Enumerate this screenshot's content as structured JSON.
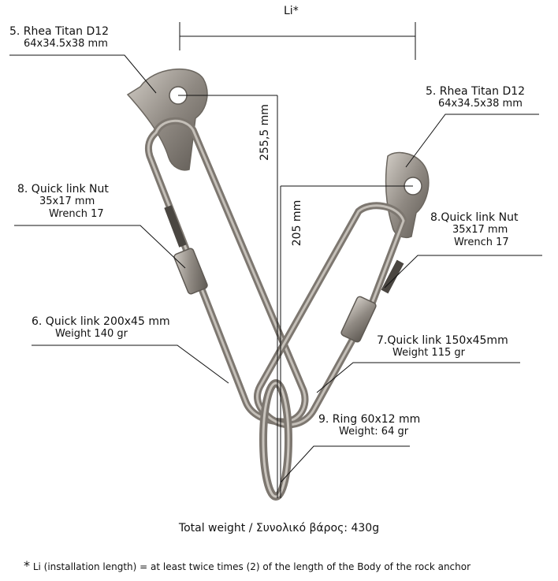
{
  "dimension": {
    "li_label": "Li*",
    "height_1": "255,5 mm",
    "height_2": "205 mm"
  },
  "labels": {
    "hanger_left": {
      "line1": "5. Rhea Titan D12",
      "line2": "64x34.5x38 mm"
    },
    "hanger_right": {
      "line1": "5. Rhea Titan D12",
      "line2": "64x34.5x38 mm"
    },
    "nut_left": {
      "line1": "8. Quick link Nut",
      "line2": "35x17 mm",
      "line3": "Wrench 17"
    },
    "nut_right": {
      "line1": "8.Quick link Nut",
      "line2": "35x17 mm",
      "line3": "Wrench 17"
    },
    "link_left": {
      "line1": "6. Quick link 200x45 mm",
      "line2": "Weight 140 gr"
    },
    "link_right": {
      "line1": "7.Quick link 150x45mm",
      "line2": "Weight 115 gr"
    },
    "ring": {
      "line1": "9. Ring 60x12 mm",
      "line2": "Weight: 64 gr"
    }
  },
  "total_weight": "Total weight / Συνολικό βάρος: 430g",
  "footnote": {
    "star": "*",
    "text": "Li (installation length) = at least twice times (2) of the length of the Body of the rock anchor"
  },
  "colors": {
    "metal": "#8c8680",
    "metal_dark": "#5e5953",
    "metal_light": "#c9c4bd",
    "line": "#111111"
  }
}
